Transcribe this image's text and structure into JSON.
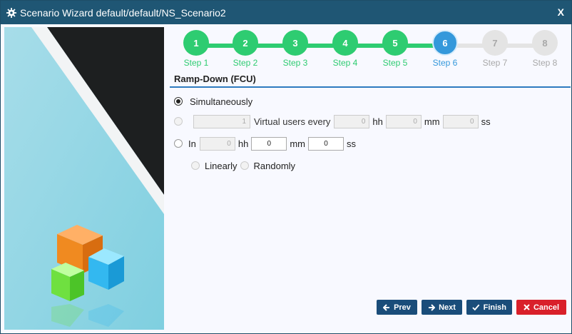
{
  "window": {
    "title": "Scenario Wizard default/default/NS_Scenario2",
    "close_label": "X"
  },
  "steps": [
    {
      "number": "1",
      "label": "Step 1",
      "state": "done"
    },
    {
      "number": "2",
      "label": "Step 2",
      "state": "done"
    },
    {
      "number": "3",
      "label": "Step 3",
      "state": "done"
    },
    {
      "number": "4",
      "label": "Step 4",
      "state": "done"
    },
    {
      "number": "5",
      "label": "Step 5",
      "state": "done"
    },
    {
      "number": "6",
      "label": "Step 6",
      "state": "active"
    },
    {
      "number": "7",
      "label": "Step 7",
      "state": "todo"
    },
    {
      "number": "8",
      "label": "Step 8",
      "state": "todo"
    }
  ],
  "section": {
    "title": "Ramp-Down (FCU)"
  },
  "options": {
    "simultaneously": {
      "label": "Simultaneously",
      "selected": true
    },
    "rate": {
      "users_value": "1",
      "users_label": "Virtual users every",
      "hh_value": "0",
      "hh_label": "hh",
      "mm_value": "0",
      "mm_label": "mm",
      "ss_value": "0",
      "ss_label": "ss"
    },
    "in_duration": {
      "label": "In",
      "hh_value": "0",
      "hh_label": "hh",
      "mm_value": "0",
      "mm_label": "mm",
      "ss_value": "0",
      "ss_label": "ss"
    },
    "mode": {
      "linearly_label": "Linearly",
      "randomly_label": "Randomly"
    }
  },
  "buttons": {
    "prev": "Prev",
    "next": "Next",
    "finish": "Finish",
    "cancel": "Cancel"
  },
  "colors": {
    "titlebar": "#1f5674",
    "step_done": "#2ecc71",
    "step_active": "#3498db",
    "step_todo": "#e4e4e4",
    "button_primary": "#1a4d7a",
    "button_cancel": "#d9202a"
  },
  "icons": {
    "title": "gear-icon",
    "prev": "arrow-left-icon",
    "next": "arrow-right-icon",
    "finish": "check-icon",
    "cancel": "x-icon"
  }
}
